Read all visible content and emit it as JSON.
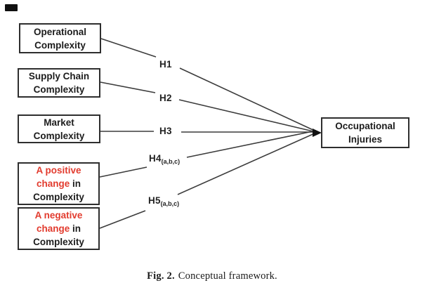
{
  "figure": {
    "caption_label": "Fig. 2.",
    "caption_text": "Conceptual framework."
  },
  "colors": {
    "red": "#e23b2e",
    "line": "#3c3c3c",
    "ink": "#1c1c1c",
    "border": "#2e2e2e"
  },
  "nodes": {
    "operational": {
      "line1": "Operational",
      "line2": "Complexity"
    },
    "supply": {
      "line1": "Supply Chain",
      "line2": "Complexity"
    },
    "market": {
      "line1": "Market",
      "line2": "Complexity"
    },
    "positive": {
      "red1": "A positive",
      "red2": "change",
      "in": " in",
      "line3": "Complexity"
    },
    "negative": {
      "red1": "A negative",
      "red2": "change",
      "in": " in",
      "line3": "Complexity"
    },
    "outcome": {
      "line1": "Occupational",
      "line2": "Injuries"
    }
  },
  "hypotheses": [
    {
      "label": "H1",
      "sub": ""
    },
    {
      "label": "H2",
      "sub": ""
    },
    {
      "label": "H3",
      "sub": ""
    },
    {
      "label": "H4",
      "sub": "(a,b,c)"
    },
    {
      "label": "H5",
      "sub": "(a,b,c)"
    }
  ]
}
